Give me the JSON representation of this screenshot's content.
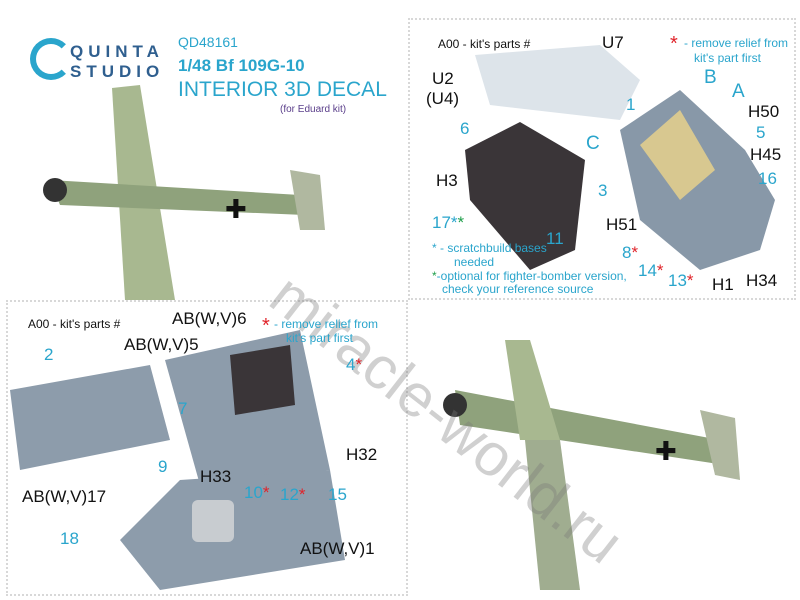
{
  "header": {
    "brand_line1": "QUINTA",
    "brand_line2": "STUDIO",
    "code": "QD48161",
    "model": "1/48 Bf 109G-10",
    "product": "INTERIOR 3D DECAL",
    "note": "(for Eduard kit)"
  },
  "top_right": {
    "kits_parts": "A00 - kit's parts #",
    "remove_note_line1": "- remove relief from",
    "remove_note_line2": "kit's part first",
    "asterisk": "*",
    "labels": [
      "U7",
      "U2",
      "(U4)",
      "1",
      "6",
      "B",
      "A",
      "H50",
      "C",
      "5",
      "H45",
      "16",
      "H3",
      "3",
      "17",
      "11",
      "H51",
      "8",
      "14",
      "13",
      "H1",
      "H34"
    ],
    "legend_blue": "- scratchbuild bases",
    "legend_blue2": "needed",
    "legend_green": "-optional for fighter-bomber version,",
    "legend_green2": "check your reference source"
  },
  "bottom_left": {
    "kits_parts": "A00 - kit's parts #",
    "remove_note_line1": "- remove relief from",
    "remove_note_line2": "kit's part first",
    "labels": [
      "AB(W,V)6",
      "AB(W,V)5",
      "2",
      "4",
      "7",
      "9",
      "H33",
      "H32",
      "AB(W,V)17",
      "10",
      "12",
      "15",
      "18",
      "AB(W,V)1"
    ]
  },
  "watermark": "miracle-world.ru",
  "colors": {
    "teal": "#2aa5cc",
    "red": "#e0232a",
    "green": "#1e9e4a",
    "part_grey": "#8a9aaa"
  }
}
